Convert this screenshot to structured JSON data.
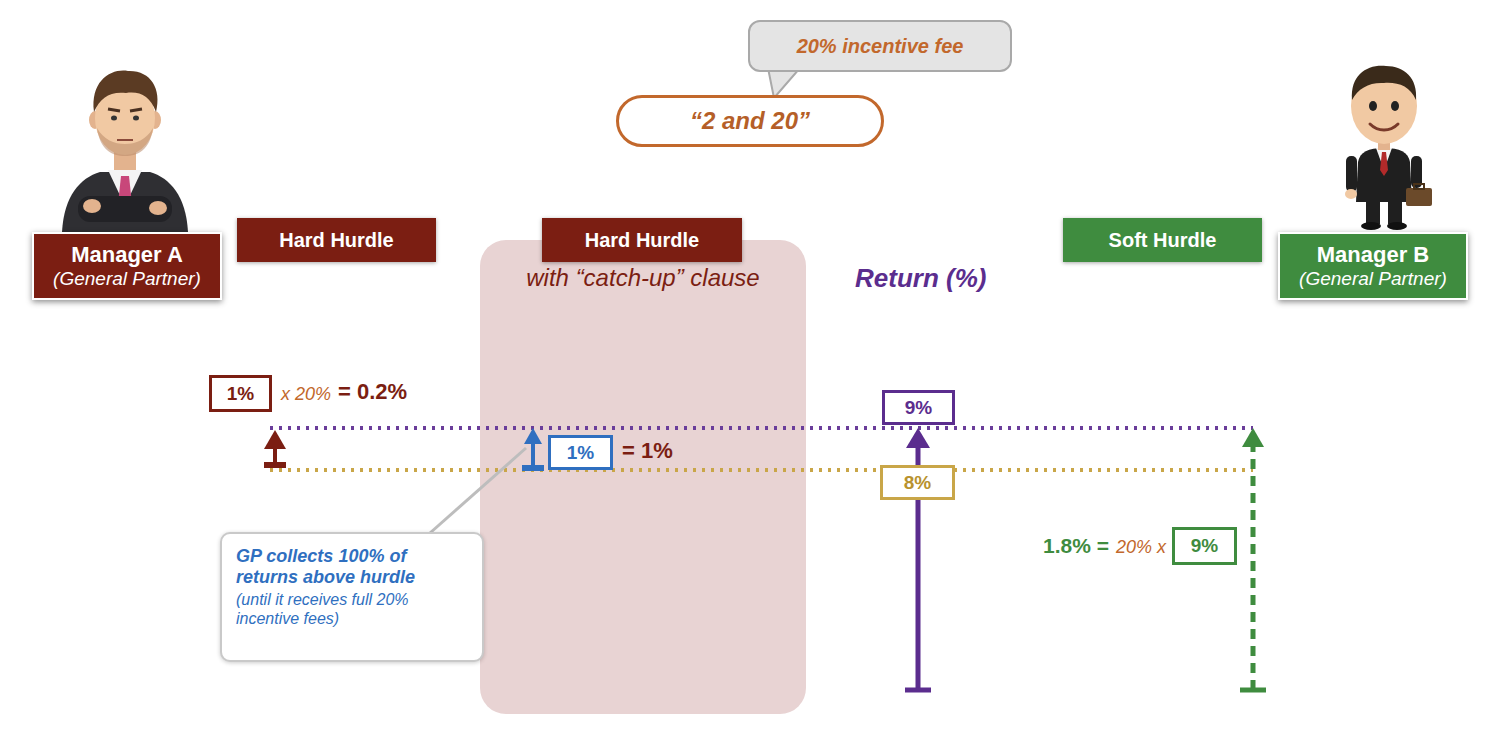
{
  "diagram": {
    "nodes": [
      {
        "text": [
          "20% incentive fee"
        ]
      },
      {
        "text": [
          "“2 and 20”"
        ]
      },
      {
        "text": [
          "Manager A",
          "(General Partner)"
        ]
      },
      {
        "text": [
          "Hard Hurdle"
        ]
      },
      {
        "text": [
          "with “catch-up” clause"
        ]
      },
      {
        "text": [
          "Hard Hurdle"
        ],
        "in": 4
      },
      {
        "text": [
          "Soft Hurdle"
        ]
      },
      {
        "text": [
          "Manager B",
          "(General Partner)"
        ]
      },
      {
        "text": [
          "1%"
        ]
      },
      {
        "text": [
          "9%"
        ]
      },
      {
        "text": [
          "1%"
        ],
        "in": 4
      },
      {
        "text": [
          "8%"
        ]
      },
      {
        "text": [
          "GP collects 100% of returns above hurdle",
          "(until it receives full 20% incentive fees)"
        ]
      },
      {
        "text": [
          "9%"
        ]
      }
    ],
    "labels": [
      "Return (%)",
      "x 20%",
      "= 0.2%",
      "= 1%",
      "1.8% =",
      "20% x"
    ]
  }
}
